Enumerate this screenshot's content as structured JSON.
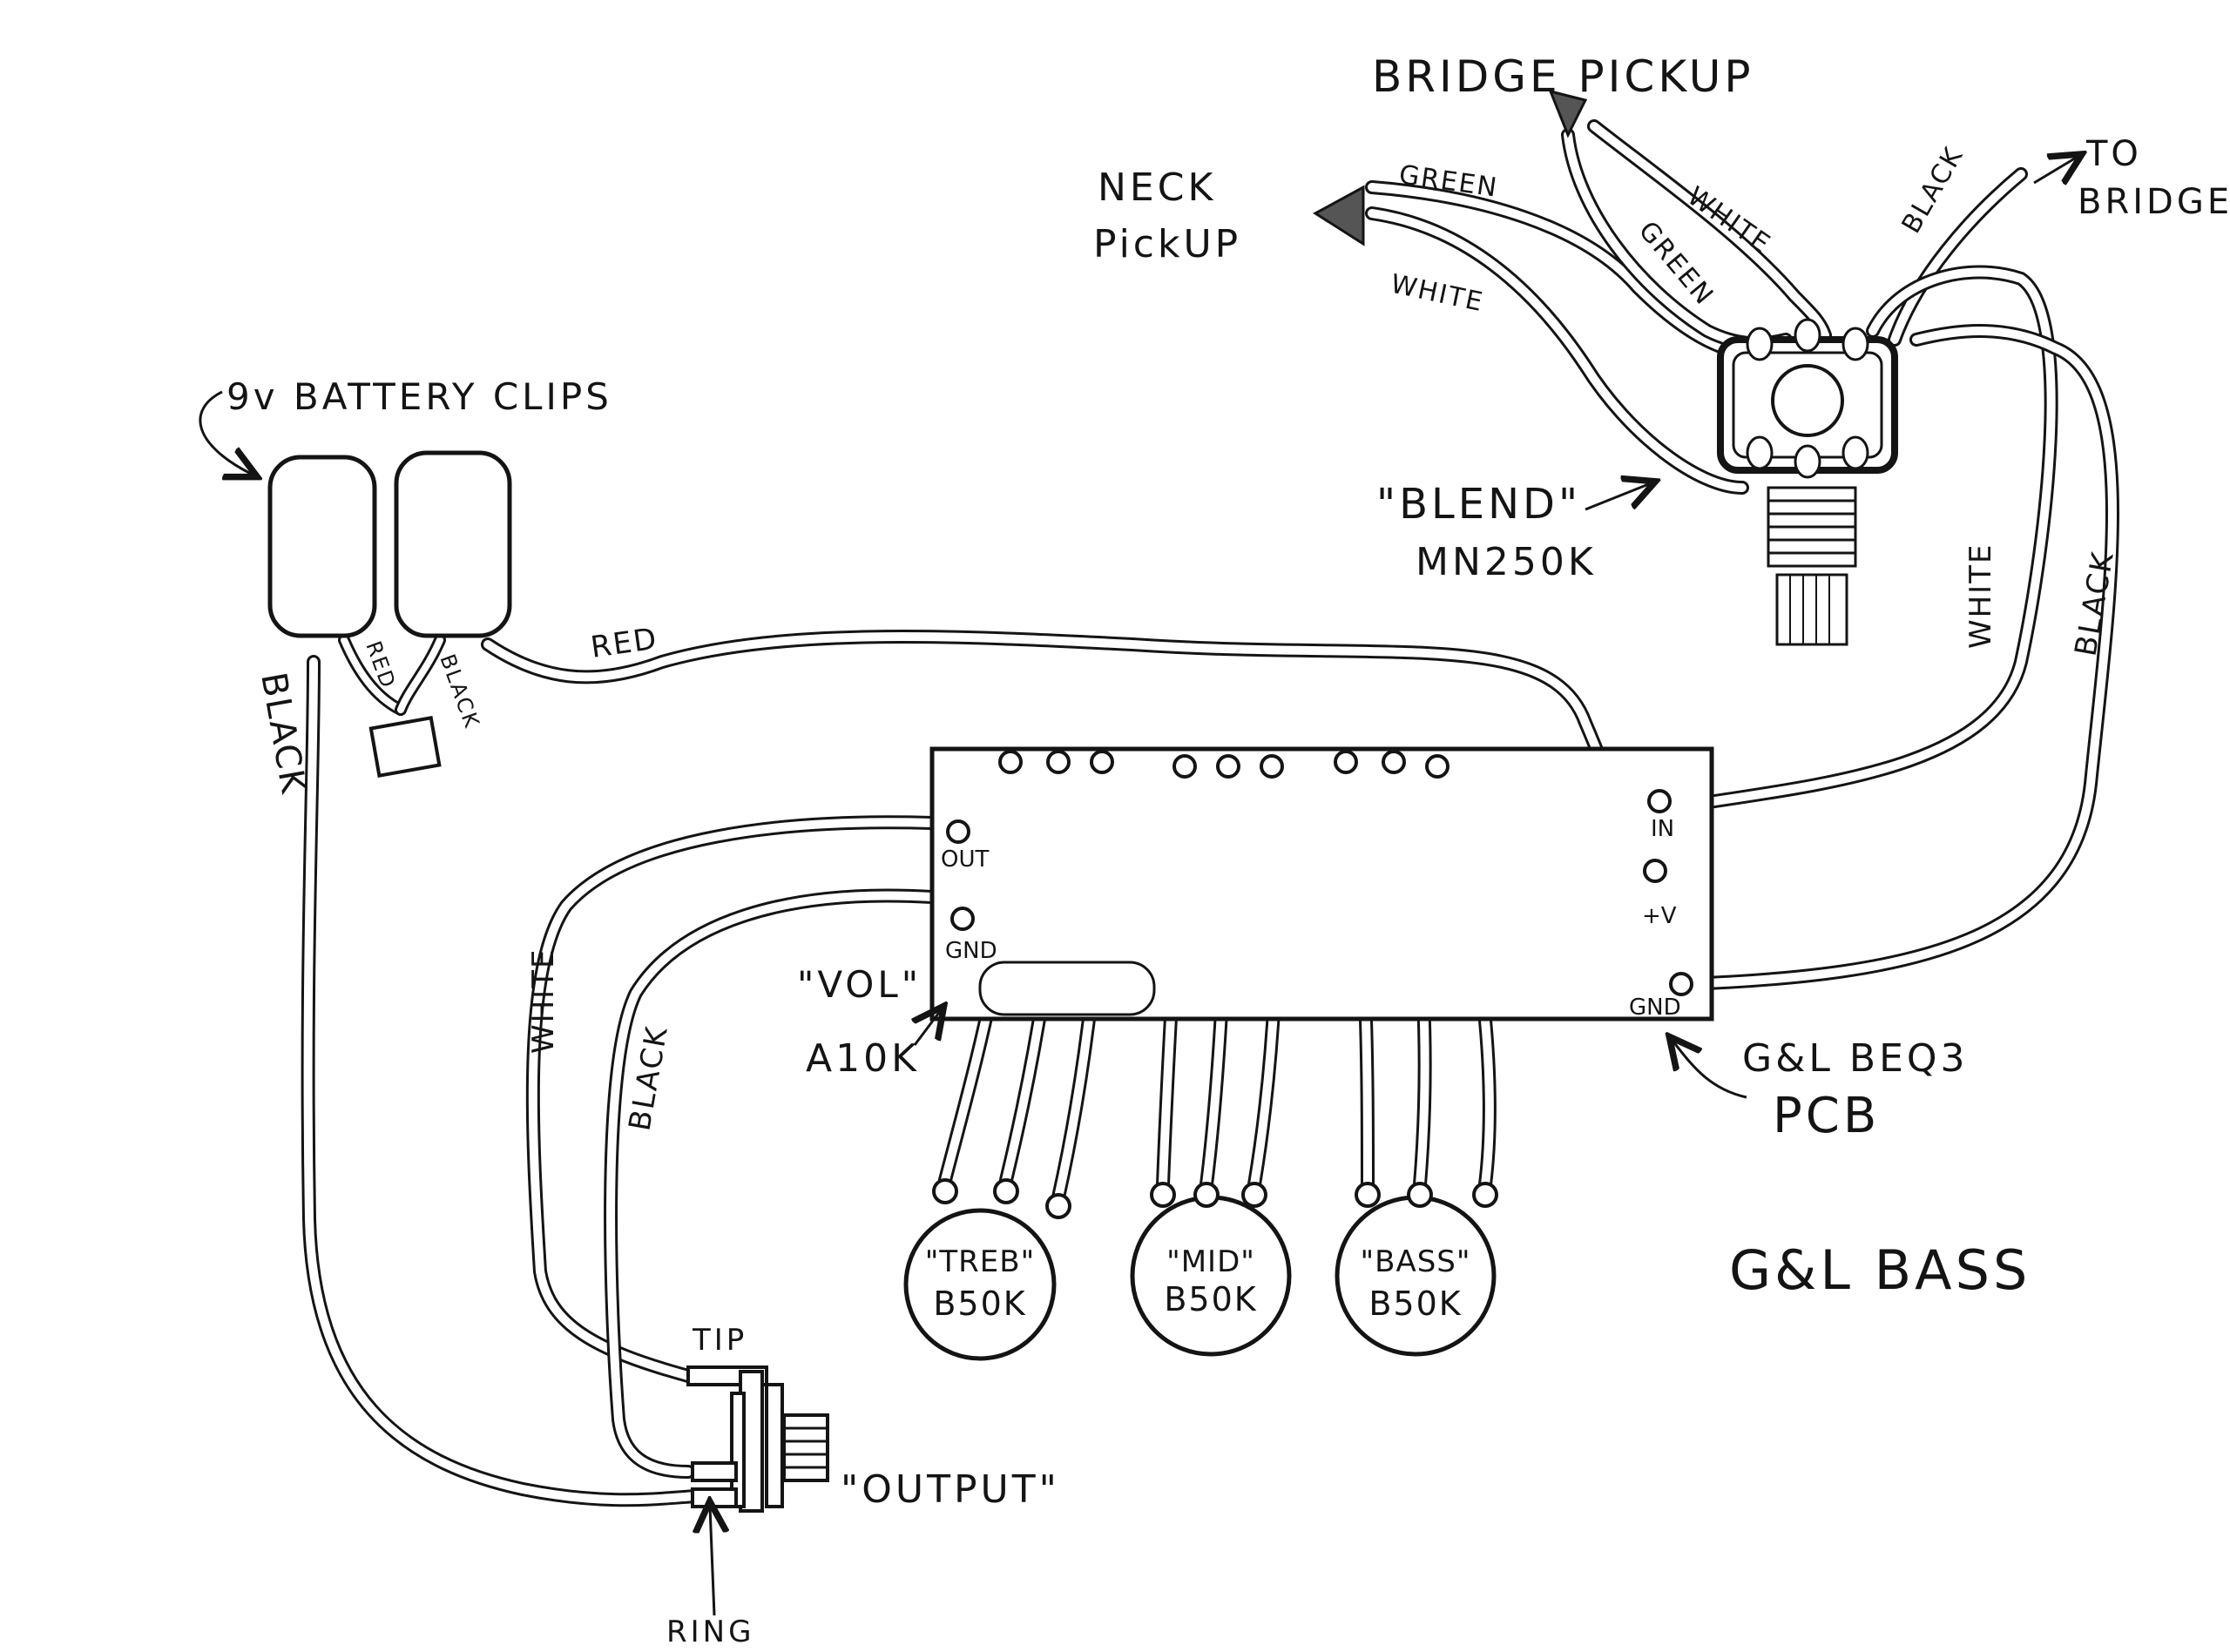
{
  "labels": {
    "bridge_pickup": "BRIDGE PICKUP",
    "neck_pickup_line1": "NECK",
    "neck_pickup_line2": "PickUP",
    "to_bridge_line1": "TO",
    "to_bridge_line2": "BRIDGE",
    "battery_clips": "9v BATTERY CLIPS",
    "blend_line1": "\"BLEND\"",
    "blend_line2": "MN250K",
    "vol_line1": "\"VOL\"",
    "vol_line2": "A10K",
    "pcb_line1": "G&L BEQ3",
    "pcb_line2": "PCB",
    "title": "G&L BASS",
    "output": "\"OUTPUT\"",
    "tip": "TIP",
    "ring": "RING"
  },
  "pcb_terminals": {
    "out": "OUT",
    "gnd_left": "GND",
    "in": "IN",
    "plus_v": "+V",
    "gnd_right": "GND"
  },
  "wires": {
    "green_neck": "GREEN",
    "white_neck": "WHITE",
    "white_bridge": "WHITE",
    "green_bridge": "GREEN",
    "black_bridge": "BLACK",
    "red_battery": "RED",
    "red_clip": "RED",
    "black_clip": "BLACK",
    "black_left": "BLACK",
    "white_in": "WHITE",
    "black_gnd": "BLACK",
    "white_out": "WHITE",
    "black_out": "BLACK"
  },
  "pots": [
    {
      "name": "\"TREB\"",
      "value": "B50K"
    },
    {
      "name": "\"MID\"",
      "value": "B50K"
    },
    {
      "name": "\"BASS\"",
      "value": "B50K"
    }
  ],
  "colors": {
    "ink": "#141414",
    "wire_fill": "#ffffff"
  }
}
